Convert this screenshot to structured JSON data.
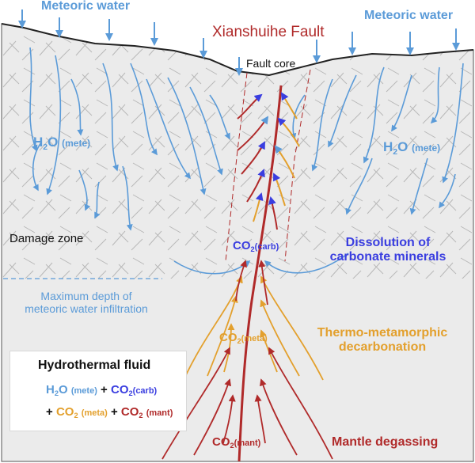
{
  "labels": {
    "meteoric_left": "Meteoric water",
    "meteoric_right": "Meteoric water",
    "fault_title": "Xianshuihe Fault",
    "fault_core": "Fault core",
    "h2o_left": "H",
    "h2o_left_sub": "2",
    "h2o_left_o": "O",
    "h2o_left_tag": "(mete)",
    "h2o_right": "H",
    "h2o_right_sub": "2",
    "h2o_right_o": "O",
    "h2o_right_tag": "(mete)",
    "damage_zone": "Damage zone",
    "co2_carb": "CO",
    "co2_carb_sub": "2",
    "co2_carb_tag": "(carb)",
    "dissolution_1": "Dissolution of",
    "dissolution_2": "carbonate minerals",
    "max_depth_1": "Maximum depth of",
    "max_depth_2": "meteoric water infiltration",
    "co2_meta": "CO",
    "co2_meta_sub": "2",
    "co2_meta_tag": "(meta)",
    "thermo_1": "Thermo-metamorphic",
    "thermo_2": "decarbonation",
    "co2_mant": "CO",
    "co2_mant_sub": "2",
    "co2_mant_tag": "(mant)",
    "mantle": "Mantle degassing"
  },
  "legend": {
    "title": "Hydrothermal fluid",
    "h2o": "H",
    "h2o_sub": "2",
    "h2o_o": "O",
    "h2o_tag": "(mete)",
    "plus1": "+",
    "co2carb": "CO",
    "co2carb_sub": "2",
    "co2carb_tag": "(carb)",
    "plus2": "+",
    "co2meta": "CO",
    "co2meta_sub": "2",
    "co2meta_tag": "(meta)",
    "plus3": "+",
    "co2mant": "CO",
    "co2mant_sub": "2",
    "co2mant_tag": "(mant)"
  },
  "colors": {
    "meteoric": "#5b9bd8",
    "carb": "#3a3ee0",
    "meta": "#e3a02d",
    "mant": "#b02a2a",
    "ground": "#ebebeb",
    "hatch": "#b8b8b8"
  }
}
